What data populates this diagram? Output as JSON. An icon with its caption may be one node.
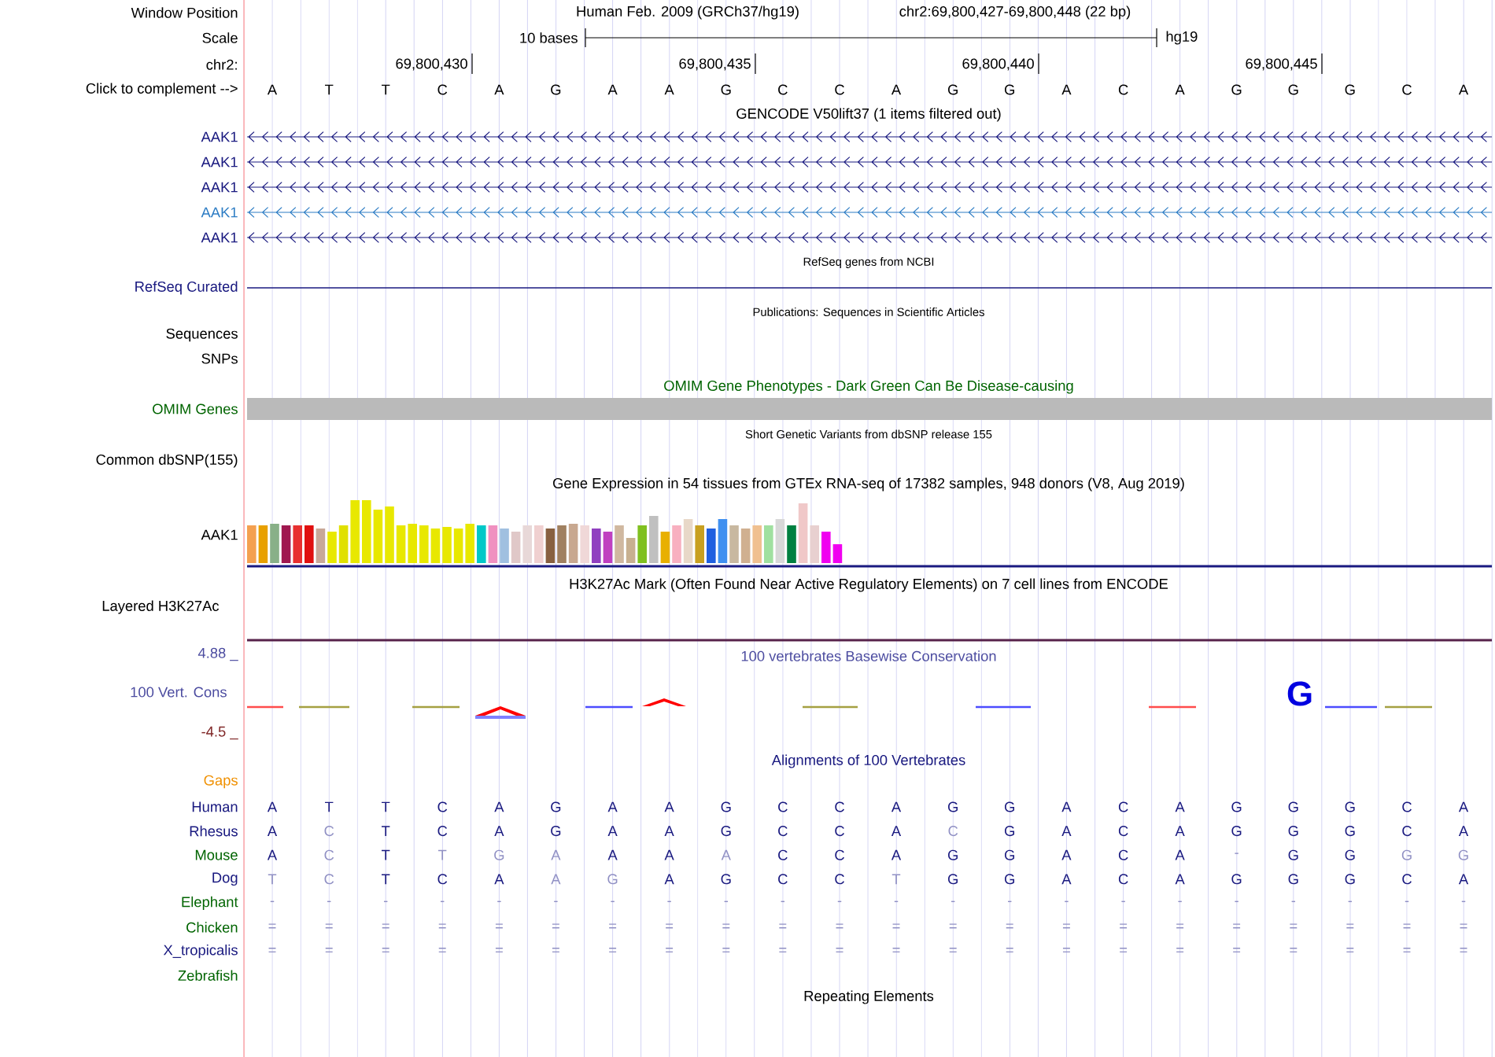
{
  "diagram": {
    "labels": [
      "Window Position",
      "Human Feb. 2009 (GRCh37/hg19)",
      "chr2:69,800,427-69,800,448 (22 bp)",
      "Scale",
      "10 bases",
      "hg19",
      "chr2:",
      "69,800,430",
      "69,800,435",
      "69,800,440",
      "69,800,445",
      "Click to complement -->",
      "A",
      "T",
      "T",
      "C",
      "A",
      "G",
      "A",
      "A",
      "G",
      "C",
      "C",
      "A",
      "G",
      "G",
      "A",
      "C",
      "A",
      "G",
      "G",
      "G",
      "C",
      "A",
      "GENCODE V50lift37 (1 items filtered out)",
      "AAK1",
      "AAK1",
      "AAK1",
      "AAK1",
      "AAK1",
      "RefSeq genes from NCBI",
      "RefSeq Curated",
      "Publications: Sequences in Scientific Articles",
      "Sequences",
      "SNPs",
      "OMIM Gene Phenotypes - Dark Green Can Be Disease-causing",
      "OMIM Genes",
      "Short Genetic Variants from dbSNP release 155",
      "Common dbSNP(155)",
      "Gene Expression in 54 tissues from GTEx RNA-seq of 17382 samples, 948 donors (V8, Aug 2019)",
      "AAK1",
      "H3K27Ac Mark (Often Found Near Active Regulatory Elements) on 7 cell lines from ENCODE",
      "Layered H3K27Ac",
      "4.88 _",
      "100 vertebrates Basewise Conservation",
      "100 Vert. Cons",
      "G",
      "-4.5 _",
      "Alignments of 100 Vertebrates",
      "Gaps",
      "Human",
      "A",
      "T",
      "T",
      "C",
      "A",
      "G",
      "A",
      "A",
      "G",
      "C",
      "C",
      "A",
      "G",
      "G",
      "A",
      "C",
      "A",
      "G",
      "G",
      "G",
      "C",
      "A",
      "Rhesus",
      "A",
      "C",
      "T",
      "C",
      "A",
      "G",
      "A",
      "A",
      "G",
      "C",
      "C",
      "A",
      "C",
      "G",
      "A",
      "C",
      "A",
      "G",
      "G",
      "G",
      "C",
      "A",
      "Mouse",
      "A",
      "C",
      "T",
      "T",
      "G",
      "A",
      "A",
      "A",
      "A",
      "C",
      "C",
      "A",
      "G",
      "G",
      "A",
      "C",
      "A",
      "-",
      "G",
      "G",
      "G",
      "G",
      "Dog",
      "T",
      "C",
      "T",
      "C",
      "A",
      "A",
      "G",
      "A",
      "G",
      "C",
      "C",
      "T",
      "G",
      "G",
      "A",
      "C",
      "A",
      "G",
      "G",
      "G",
      "C",
      "A",
      "Elephant",
      "-",
      "-",
      "-",
      "-",
      "-",
      "-",
      "-",
      "-",
      "-",
      "-",
      "-",
      "-",
      "-",
      "-",
      "-",
      "-",
      "-",
      "-",
      "-",
      "-",
      "-",
      "-",
      "Chicken",
      "=",
      "=",
      "=",
      "=",
      "=",
      "=",
      "=",
      "=",
      "=",
      "=",
      "=",
      "=",
      "=",
      "=",
      "=",
      "=",
      "=",
      "=",
      "=",
      "=",
      "=",
      "=",
      "X_tropicalis",
      "=",
      "=",
      "=",
      "=",
      "=",
      "=",
      "=",
      "=",
      "=",
      "=",
      "=",
      "=",
      "=",
      "=",
      "=",
      "=",
      "=",
      "=",
      "=",
      "=",
      "=",
      "=",
      "Zebrafish",
      "Repeating Elements"
    ]
  }
}
